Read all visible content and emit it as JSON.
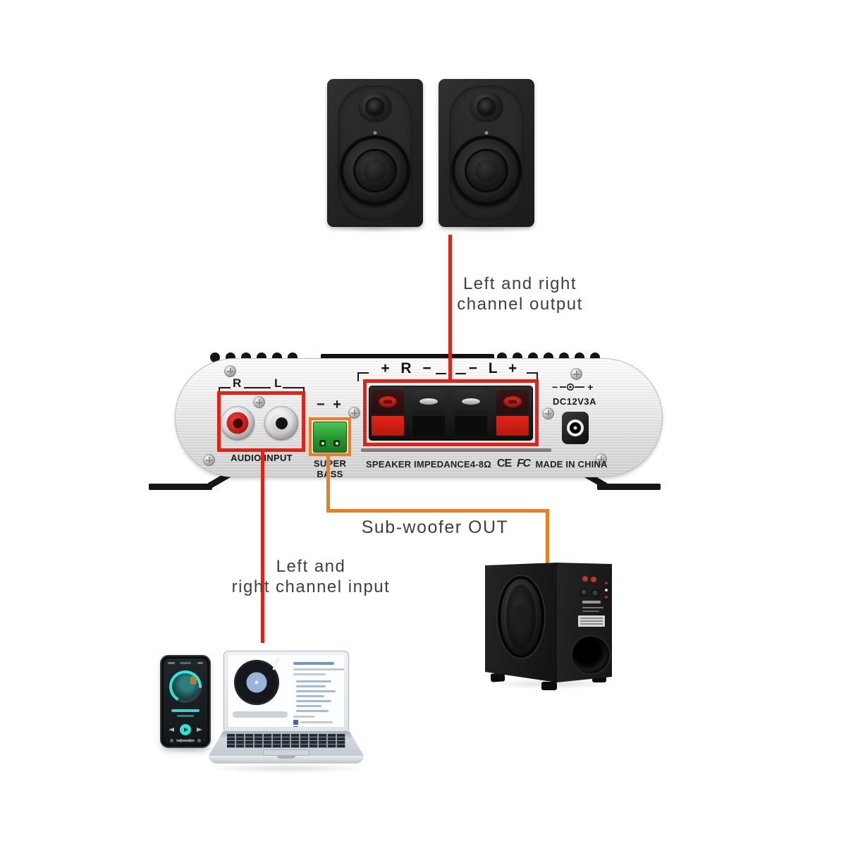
{
  "diagram": {
    "output_note": {
      "line1": "Left and right",
      "line2": "channel output"
    },
    "subwoofer_note": "Sub-woofer OUT",
    "input_note": {
      "line1": "Left and",
      "line2": "right channel input"
    },
    "amplifier": {
      "audio_input": {
        "right_jack": "R",
        "left_jack": "L",
        "caption": "AUDIO INPUT"
      },
      "super_bass": {
        "polarity": "− +",
        "caption": "SUPER BASS"
      },
      "speaker_out": {
        "right_group": "+ R −",
        "left_group": "− L +"
      },
      "power": {
        "minus": "−",
        "plus": "+",
        "rating": "DC12V3A"
      },
      "markings": {
        "impedance": "SPEAKER IMPEDANCE4-8Ω",
        "ce": "CE",
        "fcc": "FC",
        "origin": "MADE IN CHINA"
      }
    },
    "colors": {
      "channel_highlight": "#e02318",
      "subwoofer_highlight": "#ee7d1d"
    }
  }
}
